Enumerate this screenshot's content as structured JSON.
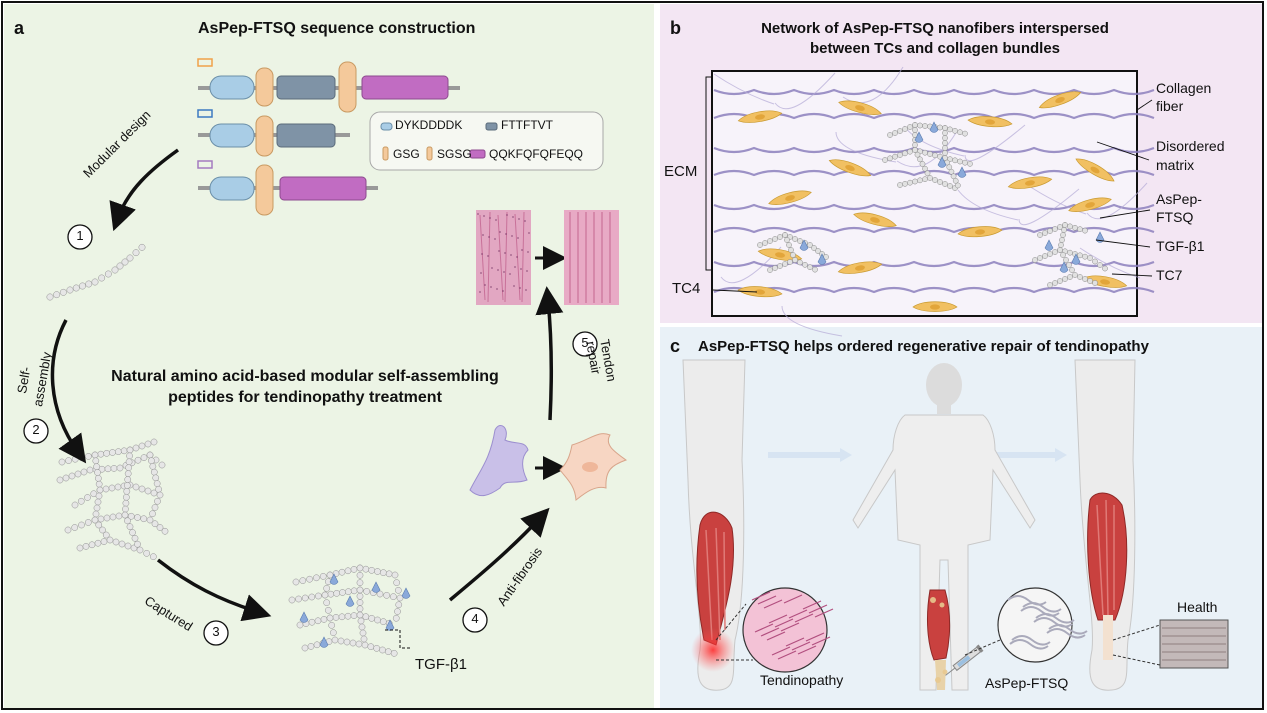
{
  "panel_a": {
    "letter": "a",
    "title": "AsPep-FTSQ sequence construction",
    "legend": {
      "dykddddk": "DYKDDDDK",
      "fttftvt": "FTTFTVT",
      "gsg": "GSG",
      "sgsg": "SGSG",
      "qqkfqfqfeqq": "QQKFQFQFEQQ"
    },
    "center_title_line1": "Natural amino acid-based modular self-assembling",
    "center_title_line2": "peptides for tendinopathy treatment",
    "steps": {
      "step1_num": "1",
      "step1_label": "Modular design",
      "step2_num": "2",
      "step2_label_line1": "Self-",
      "step2_label_line2": "assembly",
      "step3_num": "3",
      "step3_label": "Captured",
      "step4_num": "4",
      "step4_label": "Anti-fibrosis",
      "step5_num": "5",
      "step5_label_line1": "Tendon",
      "step5_label_line2": "repair"
    },
    "tgf_label": "TGF-β1"
  },
  "panel_b": {
    "letter": "b",
    "title_line1": "Network of AsPep-FTSQ nanofibers interspersed",
    "title_line2": "between TCs and collagen bundles",
    "labels": {
      "ecm": "ECM",
      "tc4": "TC4",
      "collagen_line1": "Collagen",
      "collagen_line2": "fiber",
      "disordered_line1": "Disordered",
      "disordered_line2": "matrix",
      "aspep_line1": "AsPep-",
      "aspep_line2": "FTSQ",
      "tgf": "TGF-β1",
      "tc7": "TC7"
    }
  },
  "panel_c": {
    "letter": "c",
    "title": "AsPep-FTSQ helps ordered regenerative repair of tendinopathy",
    "labels": {
      "tendinopathy": "Tendinopathy",
      "aspep": "AsPep-FTSQ",
      "health": "Health"
    }
  },
  "colors": {
    "panel_a_bg": "#ecf4e5",
    "panel_b_bg": "#f3e6f3",
    "panel_c_bg": "#e9f1f7",
    "dykddddk": "#a9cde6",
    "fttftvt": "#7f93a6",
    "gsg": "#f4c99b",
    "qqkfqfqfeqq": "#c16cc2",
    "cell_yellow": "#f1c062",
    "collagen": "#8c7fbc",
    "muscle": "#c9413f",
    "tgf": "#8aa9da"
  }
}
